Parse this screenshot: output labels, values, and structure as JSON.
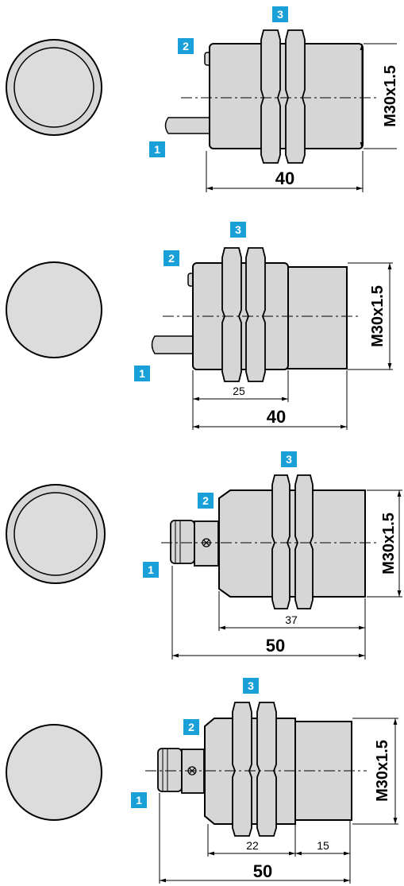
{
  "drawings": [
    {
      "name": "sensor-flush-cable",
      "markers": [
        "1",
        "2",
        "3"
      ],
      "thread_label": "M30x1.5",
      "overall_length": "40"
    },
    {
      "name": "sensor-nonflush-cable",
      "markers": [
        "1",
        "2",
        "3"
      ],
      "thread_label": "M30x1.5",
      "thread_length": "25",
      "overall_length": "40"
    },
    {
      "name": "sensor-flush-connector",
      "markers": [
        "1",
        "2",
        "3"
      ],
      "thread_label": "M30x1.5",
      "thread_length": "37",
      "overall_length": "50"
    },
    {
      "name": "sensor-nonflush-connector",
      "markers": [
        "1",
        "2",
        "3"
      ],
      "thread_label": "M30x1.5",
      "thread_length": "22",
      "cap_length": "15",
      "overall_length": "50"
    }
  ],
  "colors": {
    "marker": "#1aa0d8",
    "body_fill": "#d6d6d6",
    "face_fill": "#dcdcdc",
    "line": "#000000"
  }
}
